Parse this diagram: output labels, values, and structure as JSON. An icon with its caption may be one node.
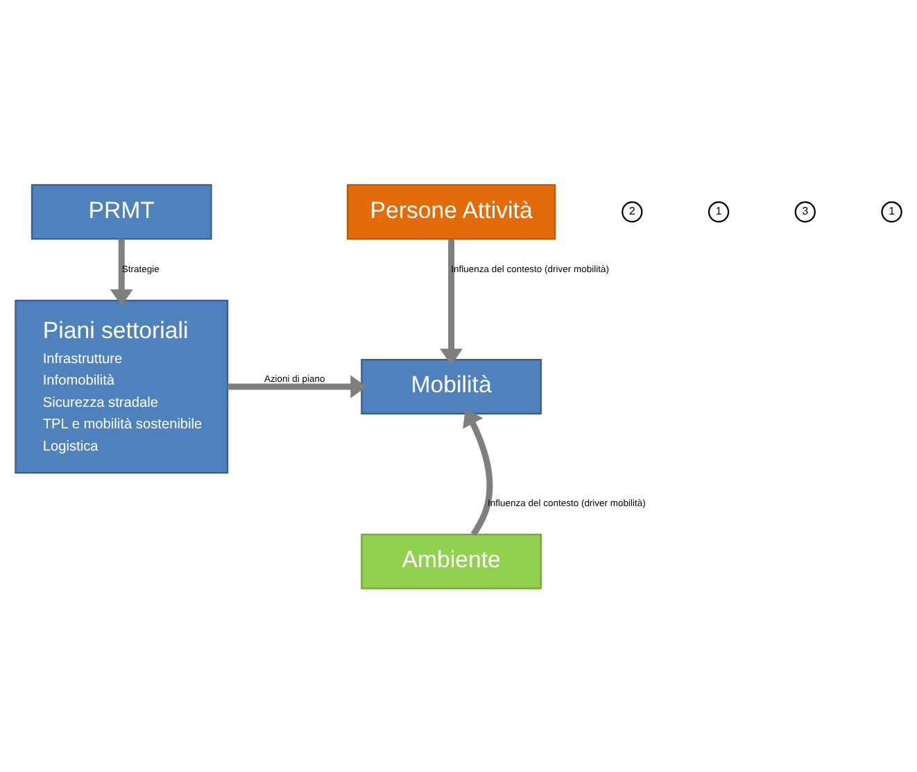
{
  "diagram": {
    "nodes": [
      {
        "text": [
          "PRMT"
        ]
      },
      {
        "text": [
          "Persone Attività"
        ]
      },
      {
        "text": [
          "Piani settoriali",
          "Infrastrutture",
          "Infomobilità",
          "Sicurezza stradale",
          "TPL e mobilità sostenibile",
          "Logistica"
        ]
      },
      {
        "text": [
          "Mobilità"
        ]
      },
      {
        "text": [
          "Ambiente"
        ]
      }
    ],
    "edges": [
      {
        "from": 0,
        "to": 2,
        "arrow": "to",
        "label": "Strategie"
      },
      {
        "from": 1,
        "to": 3,
        "arrow": "to",
        "label": "Influenza del contesto (driver mobilità)"
      },
      {
        "from": 2,
        "to": 3,
        "arrow": "to",
        "label": "Azioni di piano"
      },
      {
        "from": 4,
        "to": 3,
        "arrow": "to",
        "label": "Influenza del contesto (driver mobilità)"
      }
    ],
    "labels": [
      "2",
      "1",
      "3",
      "1"
    ]
  }
}
